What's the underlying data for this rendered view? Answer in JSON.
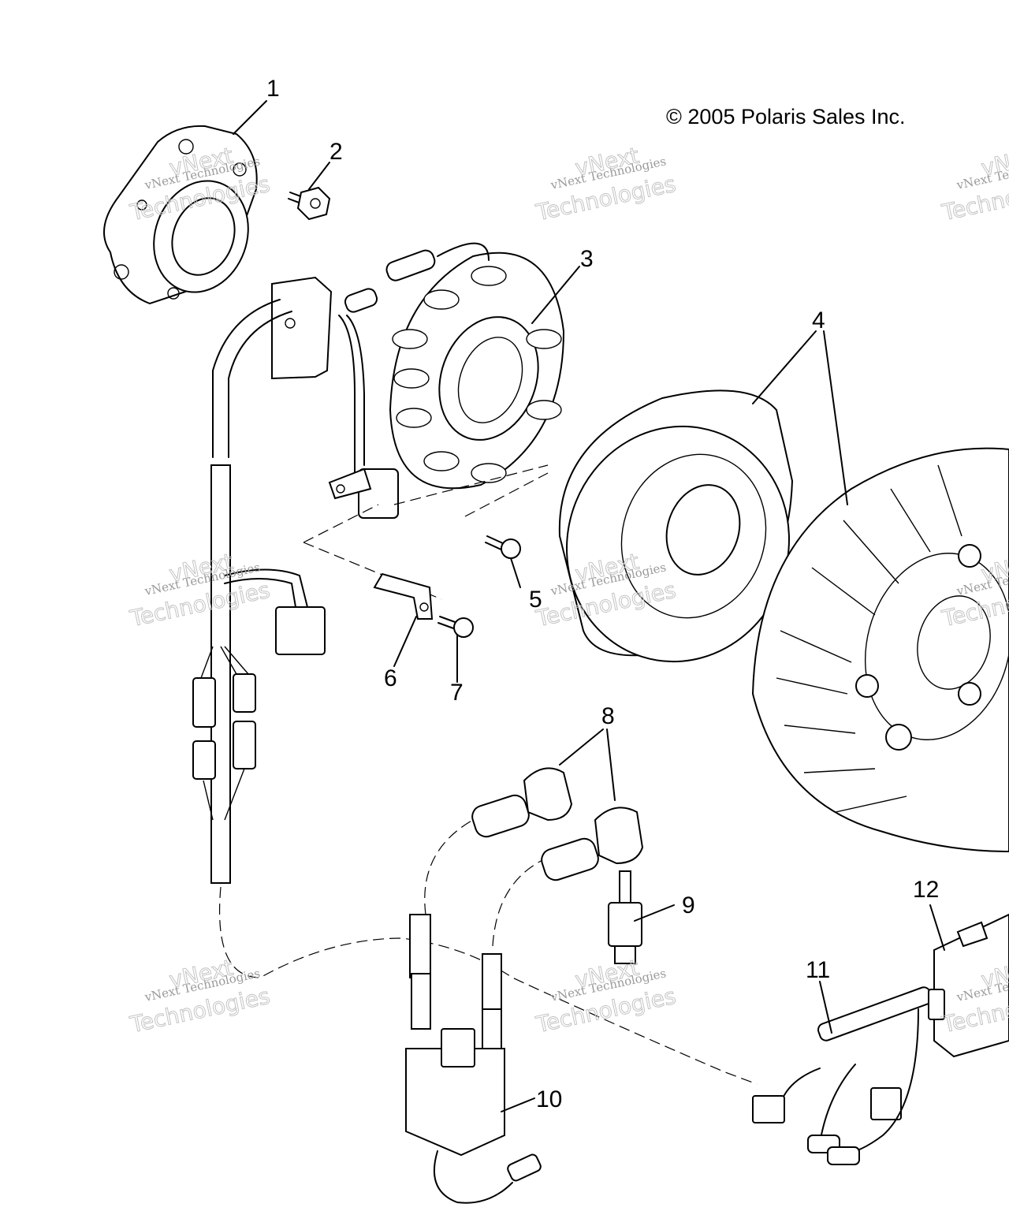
{
  "copyright": "© 2005 Polaris Sales Inc.",
  "watermark": {
    "line1": "vNext Technologies",
    "line2": "Technologies",
    "line3": "vNext"
  },
  "callouts": [
    "1",
    "2",
    "3",
    "4",
    "5",
    "6",
    "7",
    "8",
    "9",
    "10",
    "11",
    "12"
  ]
}
